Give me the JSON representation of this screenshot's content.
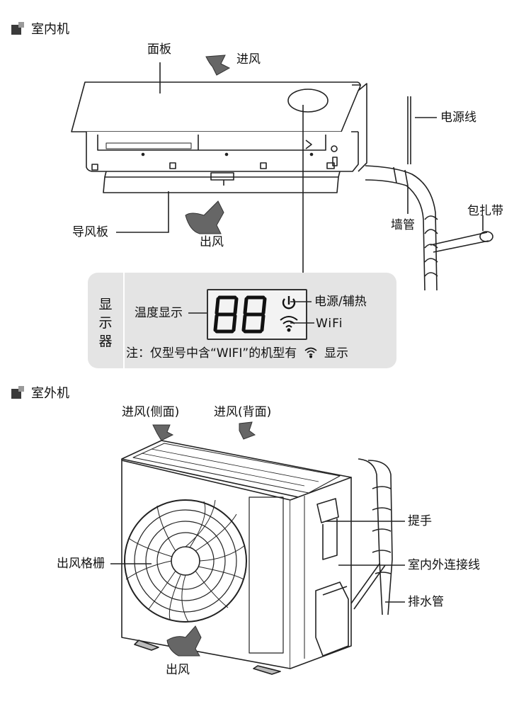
{
  "sections": {
    "indoor": {
      "title": "室内机"
    },
    "outdoor": {
      "title": "室外机"
    }
  },
  "indoor_labels": {
    "panel": "面板",
    "air_in": "进风",
    "power_cord": "电源线",
    "wall_pipe": "墙管",
    "wrap_tape": "包扎带",
    "louver": "导风板",
    "air_out": "出风"
  },
  "display": {
    "side_title": "显示器",
    "temp_label": "温度显示",
    "seven_segment": "88",
    "power_label": "电源/辅热",
    "wifi_label": "WiFi",
    "note": "注：仅型号中含“WIFI”的机型有",
    "note_tail": "显示"
  },
  "outdoor_labels": {
    "air_in_side": "进风(侧面)",
    "air_in_back": "进风(背面)",
    "handle": "提手",
    "grille": "出风格栅",
    "connection": "室内外连接线",
    "drain": "排水管",
    "air_out": "出风"
  },
  "icons": [
    "section-marker-icon",
    "air-arrow-icon",
    "power-icon",
    "wifi-icon"
  ],
  "colors": {
    "panel_bg": "#e4e4e4",
    "line": "#222222",
    "arrow": "#555555"
  }
}
